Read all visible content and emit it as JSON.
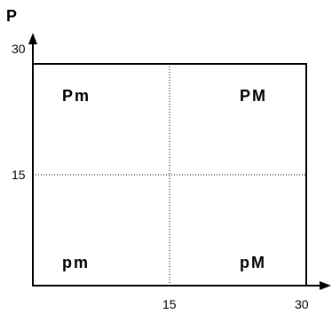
{
  "diagram": {
    "y_axis_title": "P",
    "ticks": {
      "x_mid": "15",
      "x_max": "30",
      "y_mid": "15",
      "y_max": "30"
    },
    "quadrants": {
      "top_left": "Pm",
      "top_right": "PM",
      "bottom_left": "pm",
      "bottom_right": "pM"
    },
    "colors": {
      "line": "#000000",
      "background": "#ffffff"
    }
  }
}
